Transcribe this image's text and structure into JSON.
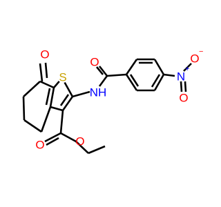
{
  "molecule": {
    "colors": {
      "bond": "#000000",
      "oxygen": "#ff0000",
      "nitrogen": "#0000ff",
      "sulfur": "#c8a000",
      "background": "#ffffff"
    },
    "labels": {
      "ketone_o": "O",
      "sulfur": "S",
      "amide_nh": "NH",
      "amide_o": "O",
      "nitro_n": "N",
      "nitro_n_charge": "+",
      "nitro_o_single": "O",
      "nitro_o_single_charge": "−",
      "nitro_o_double": "O",
      "ester_carbonyl_o": "O",
      "ester_o": "O"
    }
  }
}
